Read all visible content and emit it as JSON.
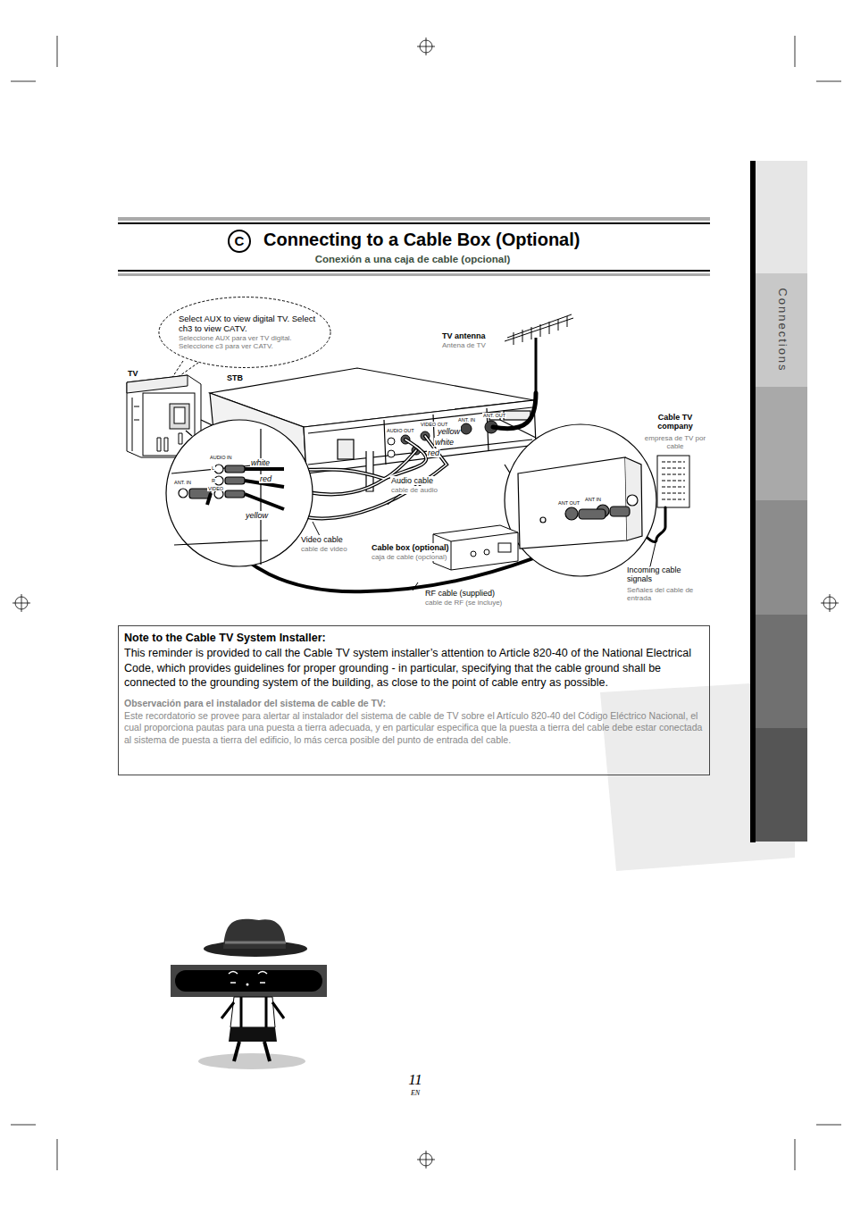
{
  "diagram": {
    "title": "Connecting to a Cable Box (Optional)",
    "nodes": [
      {
        "text": [
          "Select AUX to view digital TV. Select ch3 to view CATV.",
          "Seleccione AUX para ver TV digital. Seleccione c3 para ver CATV."
        ]
      },
      {
        "text": [
          "Note to the Cable TV System Installer:",
          "This reminder is provided to call the Cable TV system installer’s attention to Article 820-40 of the National Electrical Code, which provides guidelines for proper grounding - in particular, specifying that the cable ground shall be connected to the grounding system of the building, as close to the point of cable entry as possible.",
          "Observación para el instalador del sistema de cable de TV:",
          "Este recordatorio se provee para alertar al instalador del sistema de cable de TV sobre el Artículo 820-40 del Código Eléctrico Nacional, el cual proporciona pautas para una puesta a tierra adecuada, y en particular especifica que la puesta a tierra del cable debe estar conectada al sistema de puesta a tierra del edificio, lo más cerca posible del punto de entrada del cable."
        ]
      },
      {
        "text": [
          "Connections"
        ]
      }
    ],
    "labels": [
      "C",
      "Conexión a una caja de cable (opcional)",
      "TV",
      "STB",
      "TV antenna",
      "Antena de TV",
      "Cable TV company",
      "empresa de TV por cable",
      "AUDIO OUT",
      "VIDEO OUT",
      "ANT. IN",
      "ANT. OUT",
      "yellow",
      "white",
      "red",
      "AUDIO IN",
      "L",
      "R",
      "VIDEO",
      "ANT. IN",
      "white",
      "red",
      "yellow",
      "Audio cable",
      "cable de audio",
      "Video cable",
      "cable de video",
      "Cable box (optional)",
      "caja de cable (opcional)",
      "ANT OUT",
      "ANT IN",
      "Incoming cable signals",
      "Señales del cable de entrada",
      "RF cable (supplied)",
      "cable de RF (se incluye)",
      "11",
      "EN"
    ]
  }
}
